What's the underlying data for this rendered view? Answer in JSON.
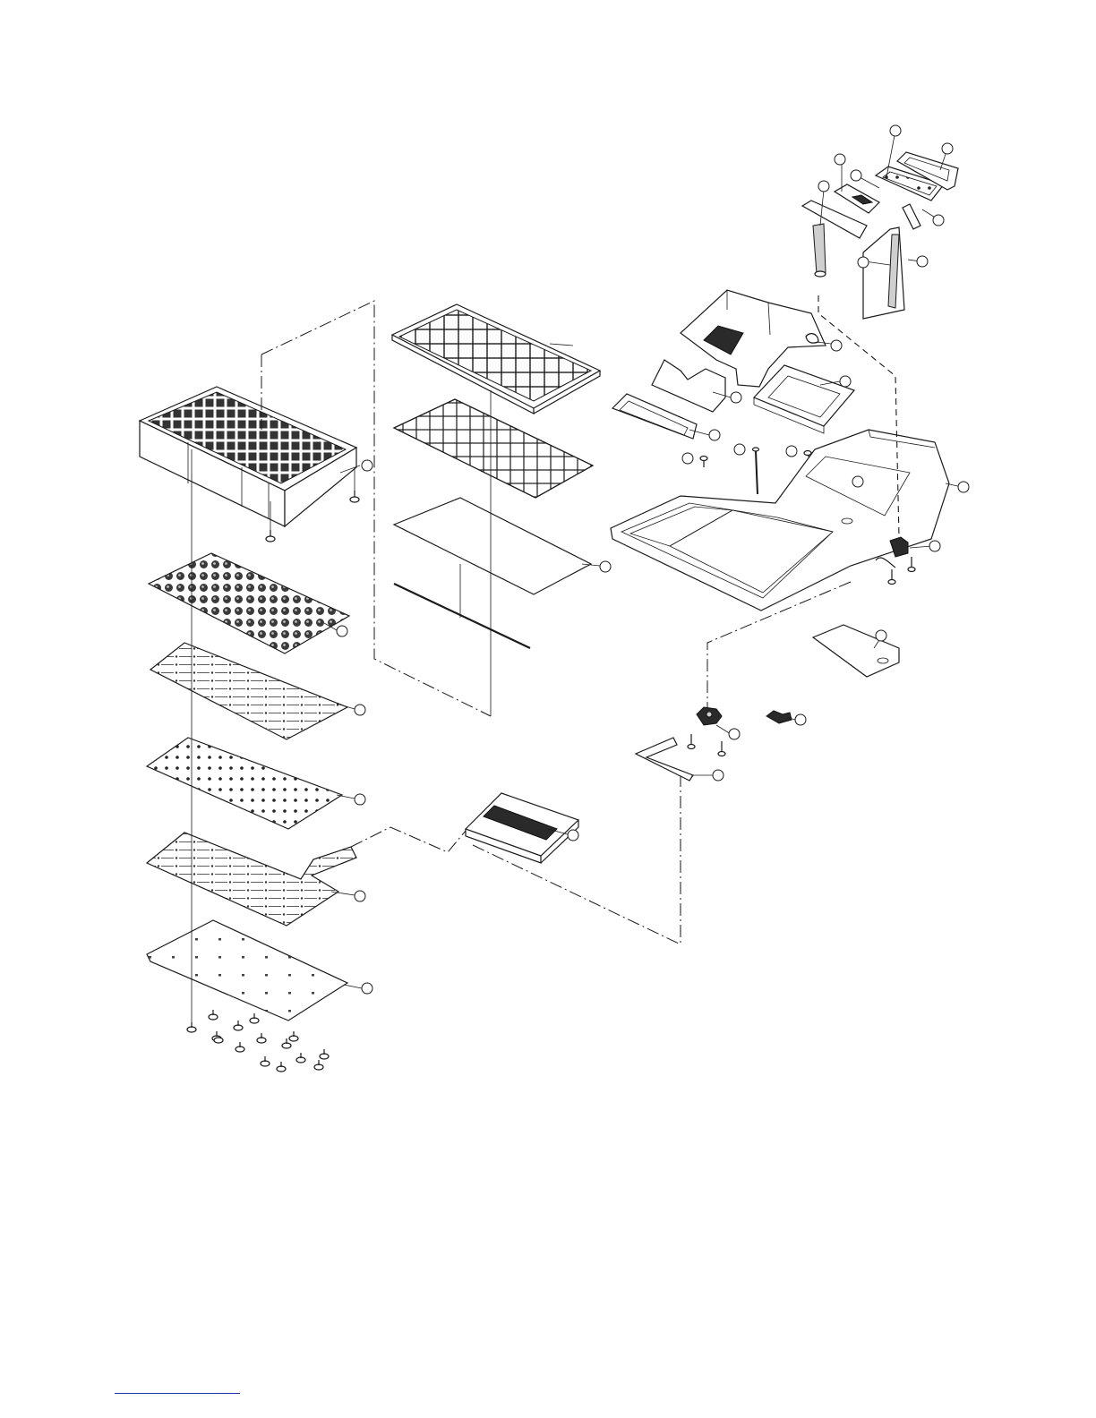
{
  "diagram": {
    "kind": "exploded-parts-view",
    "callout_markers": [
      {
        "id": "c1"
      },
      {
        "id": "c2"
      },
      {
        "id": "c3"
      },
      {
        "id": "c4"
      },
      {
        "id": "c5"
      },
      {
        "id": "c6"
      },
      {
        "id": "c7"
      },
      {
        "id": "c8"
      },
      {
        "id": "c9"
      },
      {
        "id": "c10"
      },
      {
        "id": "c11"
      },
      {
        "id": "c12"
      },
      {
        "id": "c13"
      },
      {
        "id": "c14"
      },
      {
        "id": "c15"
      },
      {
        "id": "c16"
      },
      {
        "id": "c17"
      },
      {
        "id": "c18"
      },
      {
        "id": "c19"
      },
      {
        "id": "c20"
      },
      {
        "id": "c21"
      },
      {
        "id": "c22"
      },
      {
        "id": "c23"
      },
      {
        "id": "c24"
      },
      {
        "id": "c25"
      },
      {
        "id": "c26"
      },
      {
        "id": "c27"
      },
      {
        "id": "c28"
      },
      {
        "id": "c29"
      },
      {
        "id": "c30"
      },
      {
        "id": "c31"
      },
      {
        "id": "c32"
      },
      {
        "id": "c33"
      }
    ],
    "colors": {
      "line": "#1a1a1a",
      "background": "#ffffff",
      "footer_rule": "#2233aa"
    }
  }
}
